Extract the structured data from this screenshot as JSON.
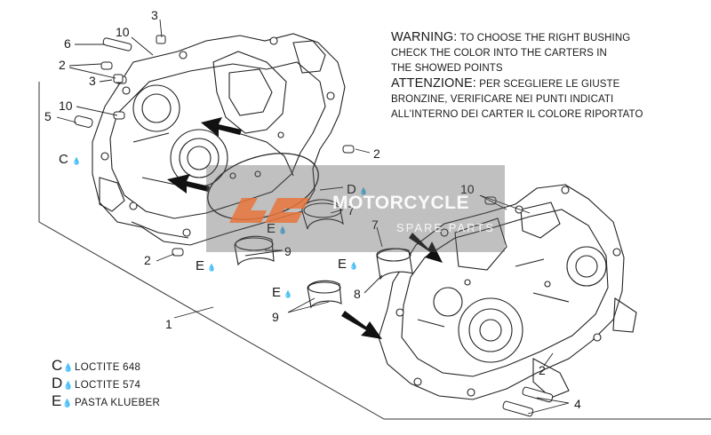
{
  "warning": {
    "en_head": "WARNING:",
    "en_rest1": "TO CHOOSE THE RIGHT BUSHING",
    "en_line2": "CHECK THE COLOR INTO THE CARTERS IN",
    "en_line3": "THE SHOWED POINTS",
    "it_head": "ATTENZIONE:",
    "it_rest1": "PER SCEGLIERE LE GIUSTE",
    "it_line2": "BRONZINE, VERIFICARE NEI PUNTI INDICATI",
    "it_line3": "ALL'INTERNO DEI CARTER IL COLORE RIPORTATO"
  },
  "legend": [
    {
      "symbol": "C",
      "text": "LOCTITE 648"
    },
    {
      "symbol": "D",
      "text": "LOCTITE 574"
    },
    {
      "symbol": "E",
      "text": "PASTA KLUEBER"
    }
  ],
  "callouts": {
    "c1": "1",
    "c2a": "2",
    "c2b": "2",
    "c2c": "2",
    "c2d": "2",
    "c3a": "3",
    "c3b": "3",
    "c4": "4",
    "c5": "5",
    "c6": "6",
    "c7a": "7",
    "c7b": "7",
    "c8": "8",
    "c9a": "9",
    "c9b": "9",
    "c10a": "10",
    "c10b": "10",
    "c10c": "10",
    "mC": "C",
    "mD": "D",
    "mE1": "E",
    "mE2": "E",
    "mE3": "E",
    "mE4": "E"
  },
  "watermark": {
    "title": "MOTORCYCLE",
    "subtitle": "SPARE PARTS"
  }
}
